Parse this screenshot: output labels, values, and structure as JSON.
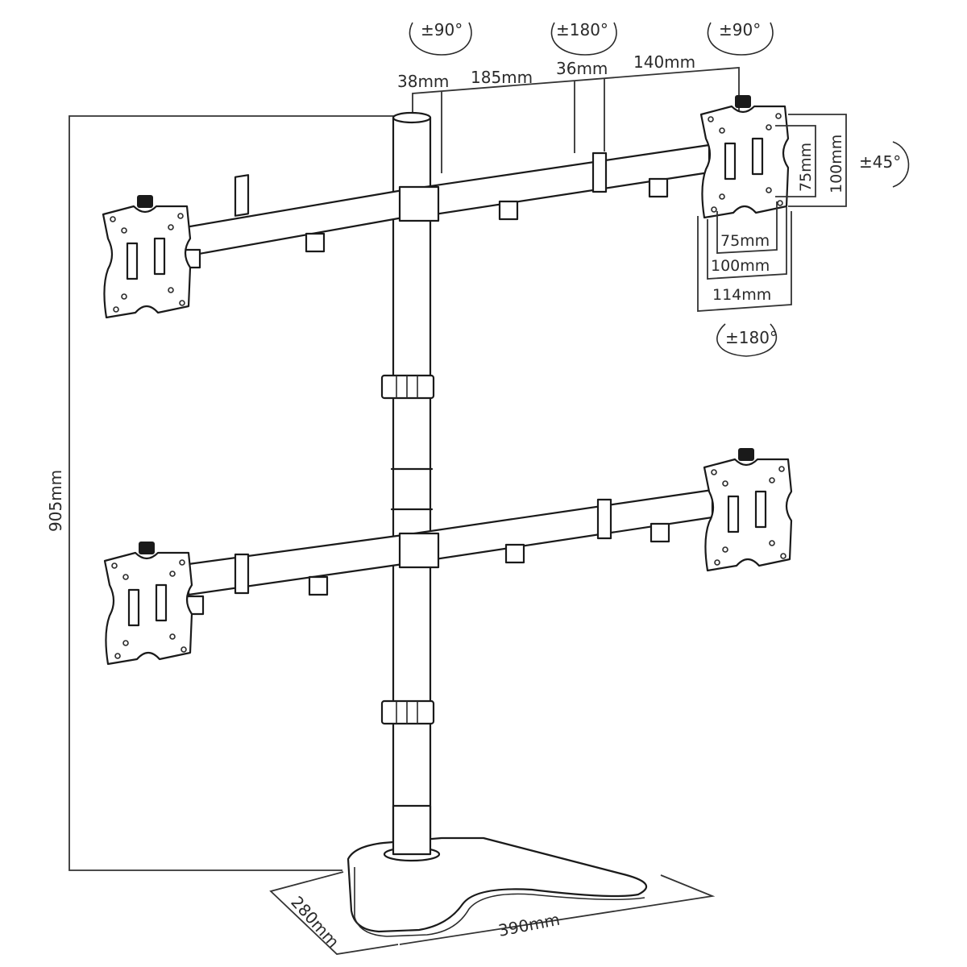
{
  "diagram": {
    "subject": "Quad monitor desk stand - dimensions",
    "colors": {
      "line": "#1a1a1a",
      "background": "#ffffff"
    },
    "rotation_labels": {
      "left_arm_swivel": "±90°",
      "center_swivel": "±180°",
      "right_arm_swivel": "±90°",
      "tilt": "±45°",
      "plate_rotation": "±180°"
    },
    "arm_dimensions": {
      "pole_offset": "38mm",
      "inner_arm": "185mm",
      "joint": "36mm",
      "outer_arm": "140mm"
    },
    "vesa": {
      "vertical_small": "75mm",
      "vertical_large": "100mm",
      "horizontal_small": "75mm",
      "horizontal_large": "100mm",
      "plate_width": "114mm"
    },
    "overall": {
      "height": "905mm",
      "base_depth": "280mm",
      "base_width": "390mm"
    }
  }
}
